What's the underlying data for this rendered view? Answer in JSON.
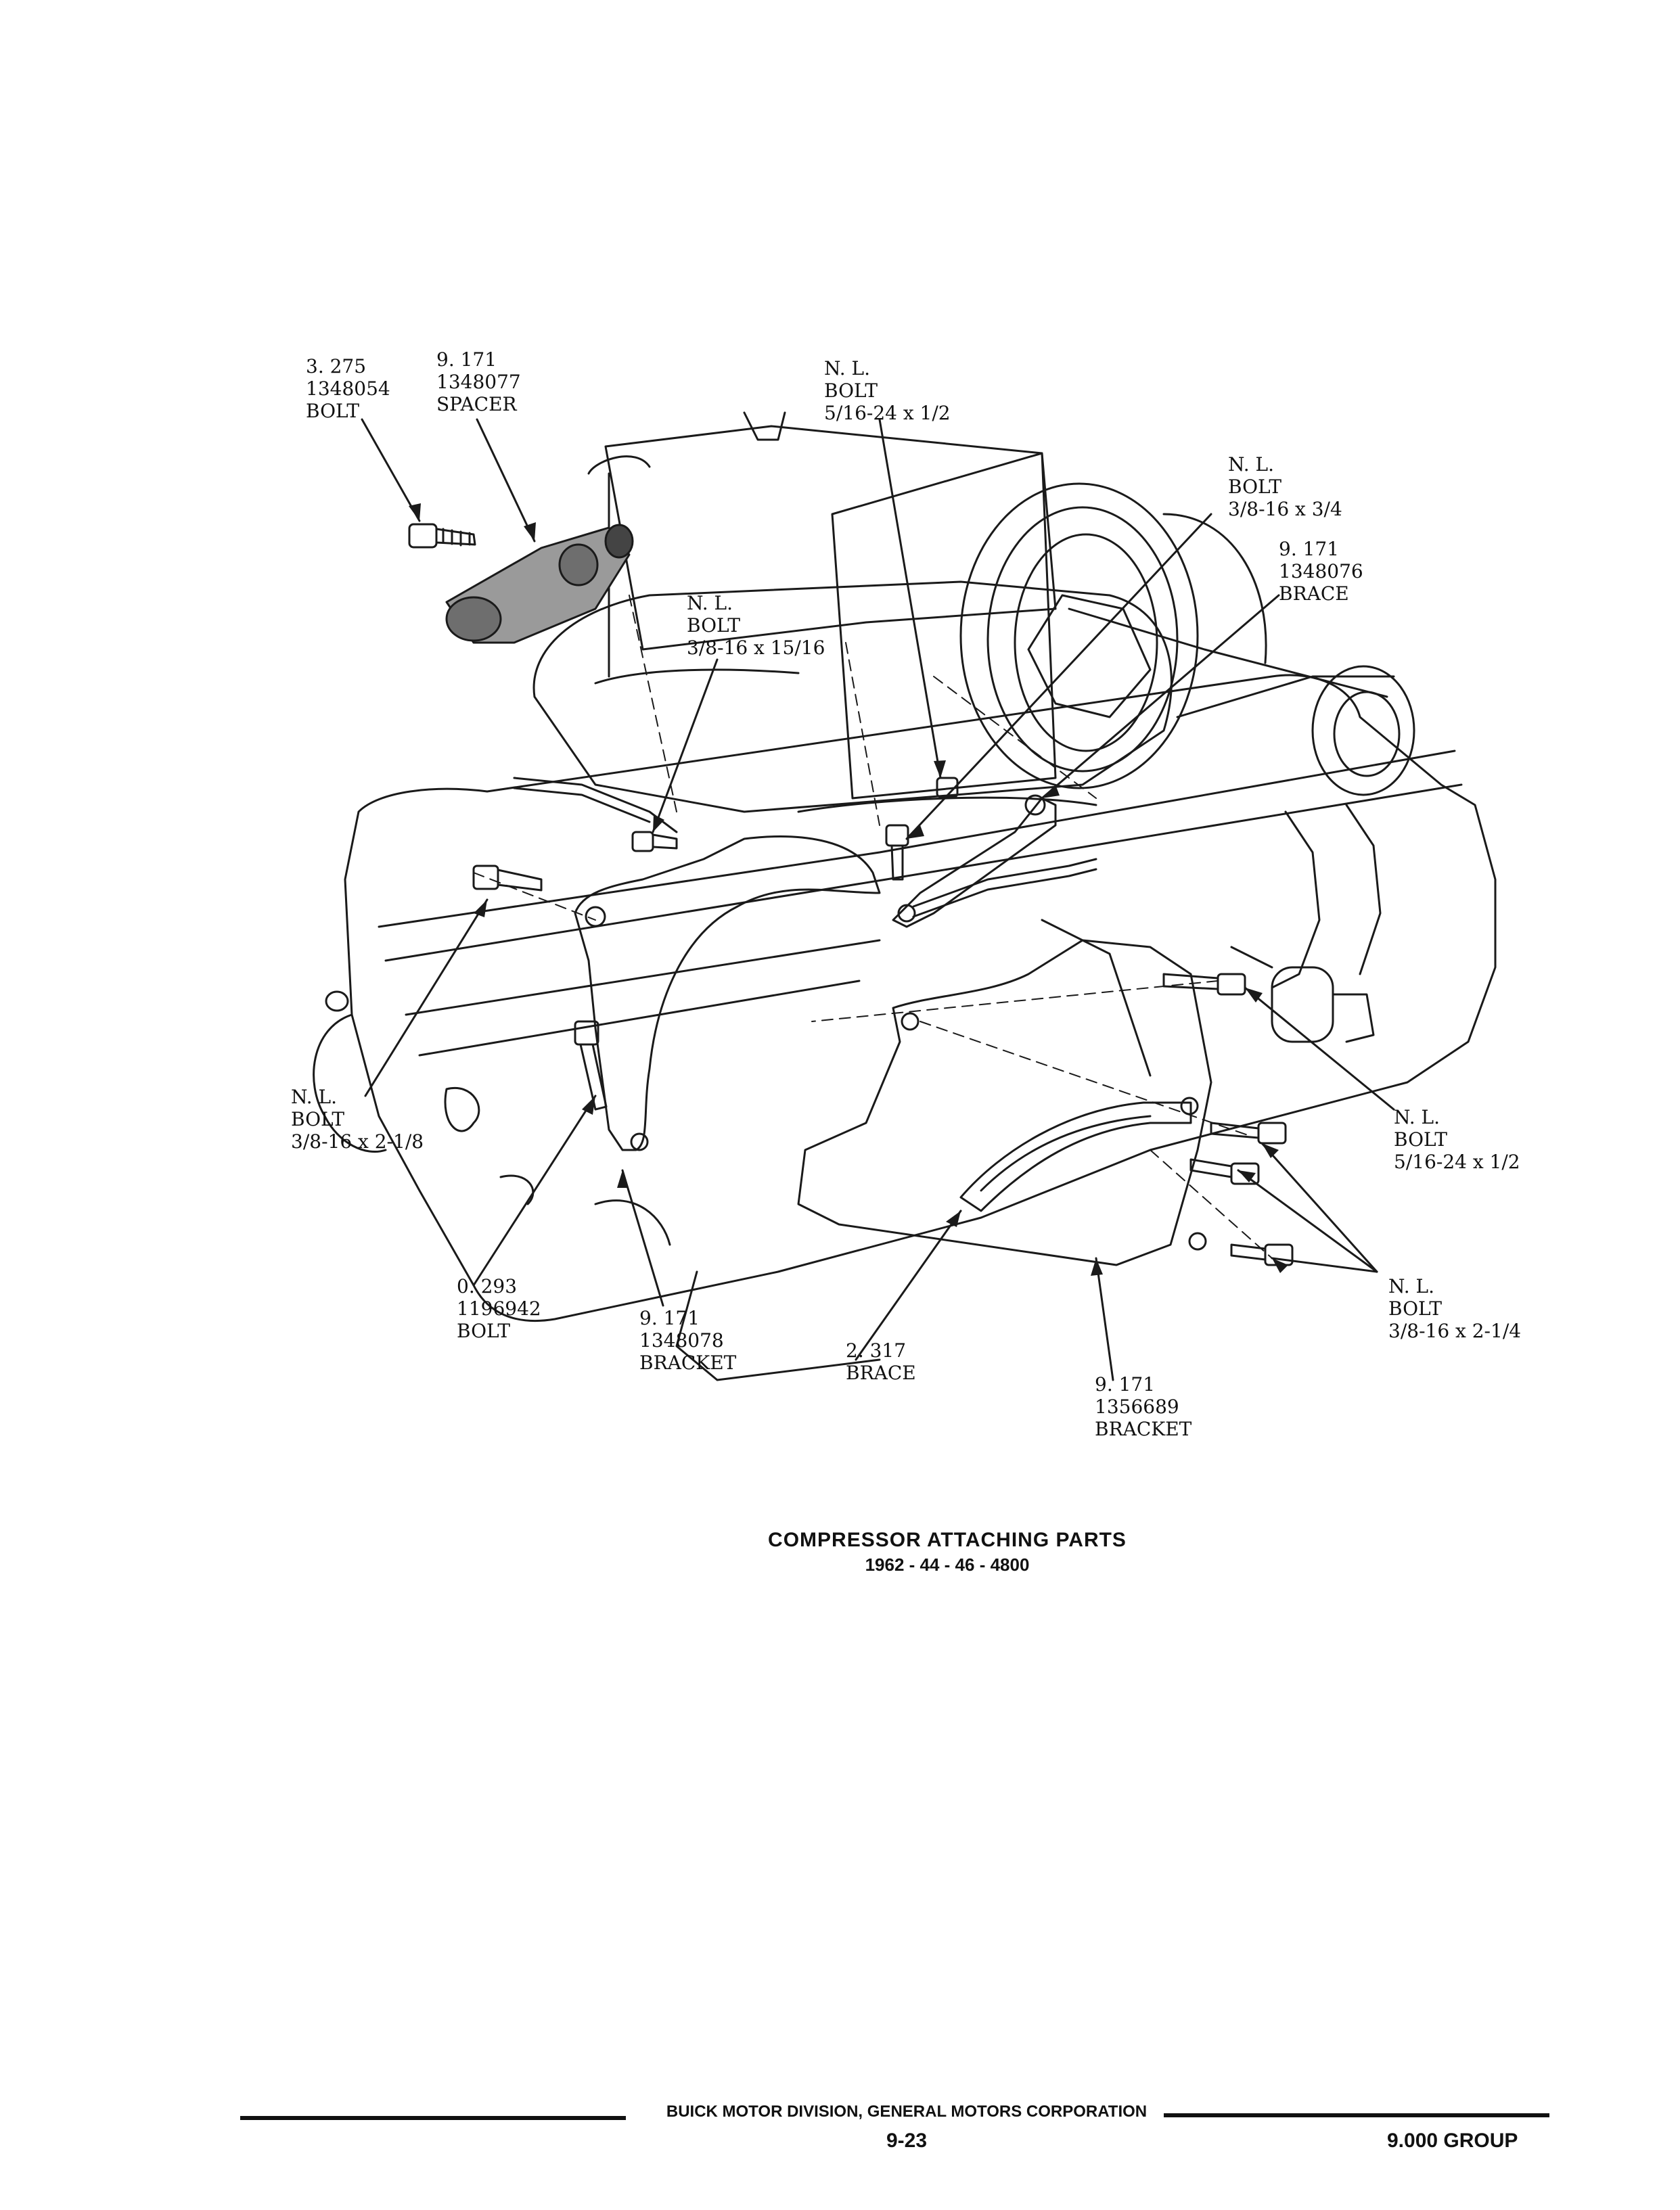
{
  "callouts": [
    {
      "id": "bolt-3275",
      "lines": [
        "3. 275",
        "1348054",
        "BOLT"
      ]
    },
    {
      "id": "spacer-9171",
      "lines": [
        "9. 171",
        "1348077",
        "SPACER"
      ]
    },
    {
      "id": "nl-bolt-516-24x12-top",
      "lines": [
        "N. L.",
        "BOLT",
        "5/16-24 x 1/2"
      ]
    },
    {
      "id": "nl-bolt-38-16x34",
      "lines": [
        "N. L.",
        "BOLT",
        "3/8-16 x 3/4"
      ]
    },
    {
      "id": "brace-1348076",
      "lines": [
        "9. 171",
        "1348076",
        "BRACE"
      ]
    },
    {
      "id": "nl-bolt-38-16x1516",
      "lines": [
        "N. L.",
        "BOLT",
        "3/8-16 x 15/16"
      ]
    },
    {
      "id": "nl-bolt-38-16x218",
      "lines": [
        "N. L.",
        "BOLT",
        "3/8-16 x 2-1/8"
      ]
    },
    {
      "id": "nl-bolt-516-24x12-right",
      "lines": [
        "N. L.",
        "BOLT",
        "5/16-24 x 1/2"
      ]
    },
    {
      "id": "nl-bolt-38-16x214",
      "lines": [
        "N. L.",
        "BOLT",
        "3/8-16 x 2-1/4"
      ]
    },
    {
      "id": "bolt-0293",
      "lines": [
        "0. 293",
        "1196942",
        "BOLT"
      ]
    },
    {
      "id": "bracket-1348078",
      "lines": [
        "9. 171",
        "1348078",
        "BRACKET"
      ]
    },
    {
      "id": "brace-2317",
      "lines": [
        "2. 317",
        "BRACE"
      ]
    },
    {
      "id": "bracket-1356689",
      "lines": [
        "9. 171",
        "1356689",
        "BRACKET"
      ]
    }
  ],
  "caption": {
    "title": "COMPRESSOR ATTACHING PARTS",
    "subtitle": "1962 - 44 - 46 - 4800"
  },
  "footer": {
    "publisher": "BUICK MOTOR DIVISION, GENERAL MOTORS CORPORATION",
    "page_number": "9-23",
    "group": "9.000 GROUP"
  }
}
